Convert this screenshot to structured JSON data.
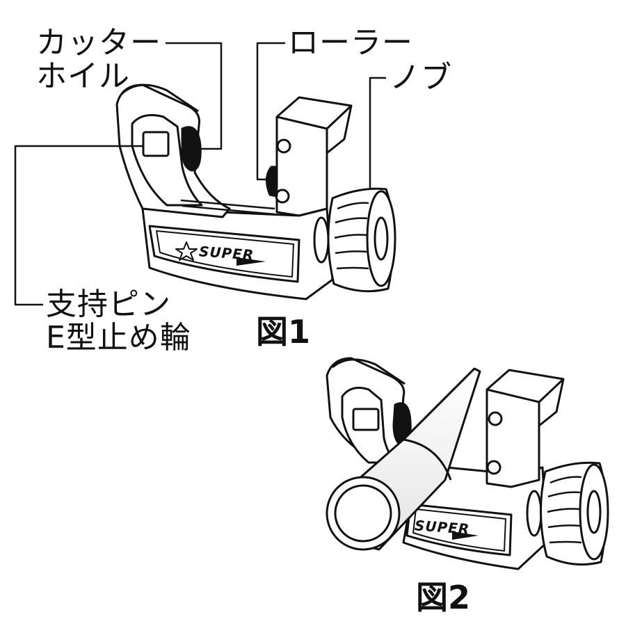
{
  "labels": {
    "cutter_wheel_line1": "カッター",
    "cutter_wheel_line2": "ホイル",
    "roller": "ローラー",
    "knob": "ノブ",
    "pin_line1": "支持ピン",
    "pin_line2": "E型止め輪"
  },
  "figures": {
    "fig1": "図1",
    "fig2": "図2"
  },
  "brand": {
    "logo_text": "SUPER"
  }
}
